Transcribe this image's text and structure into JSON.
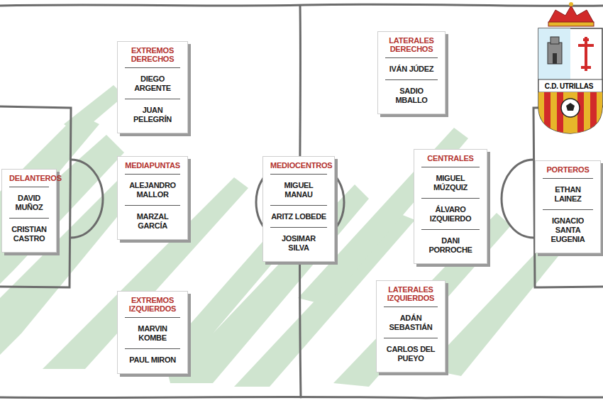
{
  "diagram": {
    "nodes": [
      {
        "text": [
          "EXTREMOS DERECHOS",
          "DIEGO ARGENTE",
          "JUAN PELEGRÍN"
        ]
      },
      {
        "text": [
          "LATERALES DERECHOS",
          "IVÁN JÚDEZ",
          "SADIO MBALLO"
        ]
      },
      {
        "text": [
          "DELANTEROS",
          "DAVID MUÑOZ",
          "CRISTIAN CASTRO"
        ]
      },
      {
        "text": [
          "MEDIAPUNTAS",
          "ALEJANDRO MALLOR",
          "MARZAL GARCÍA"
        ]
      },
      {
        "text": [
          "MEDIOCENTROS",
          "MIGUEL MANAU",
          "ARITZ LOBEDE",
          "JOSIMAR SILVA"
        ]
      },
      {
        "text": [
          "CENTRALES",
          "MIGUEL MÚZQUIZ",
          "ÁLVARO IZQUIERDO",
          "DANI PORROCHE"
        ]
      },
      {
        "text": [
          "PORTEROS",
          "ETHAN LAINEZ",
          "IGNACIO SANTA EUGENIA"
        ]
      },
      {
        "text": [
          "EXTREMOS IZQUIERDOS",
          "MARVIN KOMBE",
          "PAUL MIRON"
        ]
      },
      {
        "text": [
          "LATERALES IZQUIERDOS",
          "ADÁN SEBASTIÁN",
          "CARLOS DEL PUEYO"
        ]
      }
    ],
    "labels": [
      "C.D. UTRILLAS"
    ]
  }
}
